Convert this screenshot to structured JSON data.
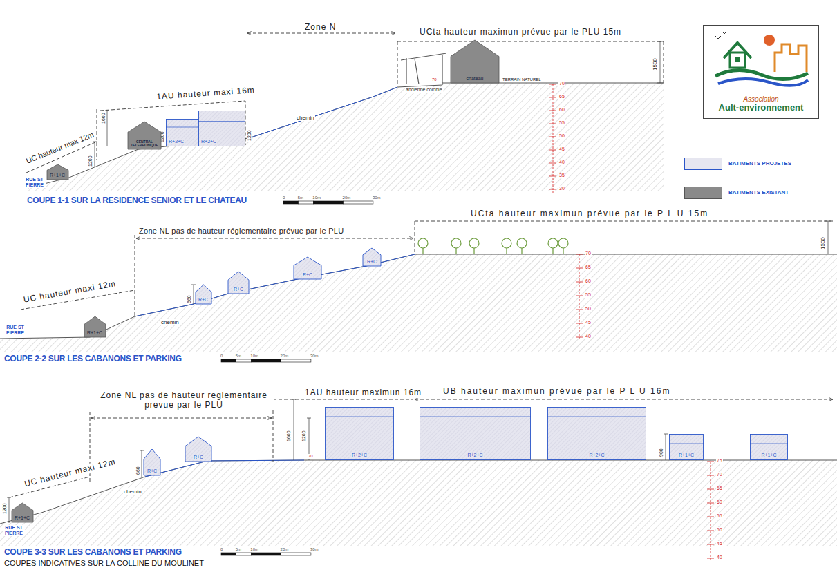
{
  "diagram": {
    "caption": "COUPES INDICATIVES SUR LA COLLINE DU MOULINET",
    "nodes": [
      {
        "text": [
          "R+1+C"
        ]
      },
      {
        "text": [
          "CENTRAL TELEPHONIQUE"
        ]
      },
      {
        "text": [
          "R+2+C"
        ]
      },
      {
        "text": [
          "R+2+C"
        ]
      },
      {
        "text": [
          "château"
        ]
      },
      {
        "text": [
          "Association",
          "Ault-environnement"
        ]
      },
      {
        "text": [
          "R+1+C"
        ]
      },
      {
        "text": [
          "R+C"
        ]
      },
      {
        "text": [
          "R+C"
        ]
      },
      {
        "text": [
          "R+C"
        ]
      },
      {
        "text": [
          "R+C"
        ]
      },
      {
        "text": [
          "R+1+C"
        ]
      },
      {
        "text": [
          "R+C"
        ]
      },
      {
        "text": [
          "R+C"
        ]
      },
      {
        "text": [
          "R+2+C"
        ]
      },
      {
        "text": [
          "R+2+C"
        ]
      },
      {
        "text": [
          "R+2+C"
        ]
      },
      {
        "text": [
          "R+1+C"
        ]
      },
      {
        "text": [
          "R+1+C"
        ]
      }
    ],
    "labels": [
      "UCta hauteur maximun prévue par le PLU 15m",
      "1500",
      "1AU hauteur maxi 16m",
      "UC hauteur max 12m",
      "1600",
      "1200",
      "1200",
      "1200",
      "Zone N",
      "chemin",
      "RUE ST PIERRE",
      "ancienne colonie",
      "TERRAIN NATUREL",
      "70",
      "70",
      "65",
      "60",
      "55",
      "50",
      "45",
      "40",
      "35",
      "30",
      "COUPE 1-1 SUR LA RESIDENCE SENIOR ET LE CHATEAU",
      "0",
      "5m",
      "10m",
      "20m",
      "30m",
      "Zone NL pas de hauteur réglementaire prévue par le PLU",
      "UCta hauteur maximun prévue par le P L U 15m",
      "1500",
      "UC hauteur maxi 12m",
      "660",
      "chemin",
      "RUE ST PIERRE",
      "70",
      "65",
      "60",
      "55",
      "50",
      "45",
      "40",
      "COUPE 2-2 SUR LES CABANONS ET PARKING",
      "0",
      "5m",
      "10m",
      "20m",
      "30m",
      "Zone NL pas de hauteur reglementaire prevue par le PLU",
      "1AU hauteur maximun 16m",
      "UB hauteur maximun prévue par le P L U 16m",
      "UC hauteur maxi 12m",
      "1200",
      "RUE ST PIERRE",
      "chemin",
      "660",
      "1600",
      "1200",
      "900",
      "70",
      "75",
      "70",
      "65",
      "60",
      "55",
      "50",
      "45",
      "40",
      "COUPE 3-3 SUR LES CABANONS ET PARKING",
      "0",
      "5m",
      "10m",
      "20m",
      "30m"
    ],
    "legend": [
      {
        "text": "BATIMENTS PROJETES",
        "color": "#e6e6f0"
      },
      {
        "text": "BATIMENTS EXISTANT",
        "color": "#8a8a8a"
      }
    ]
  }
}
